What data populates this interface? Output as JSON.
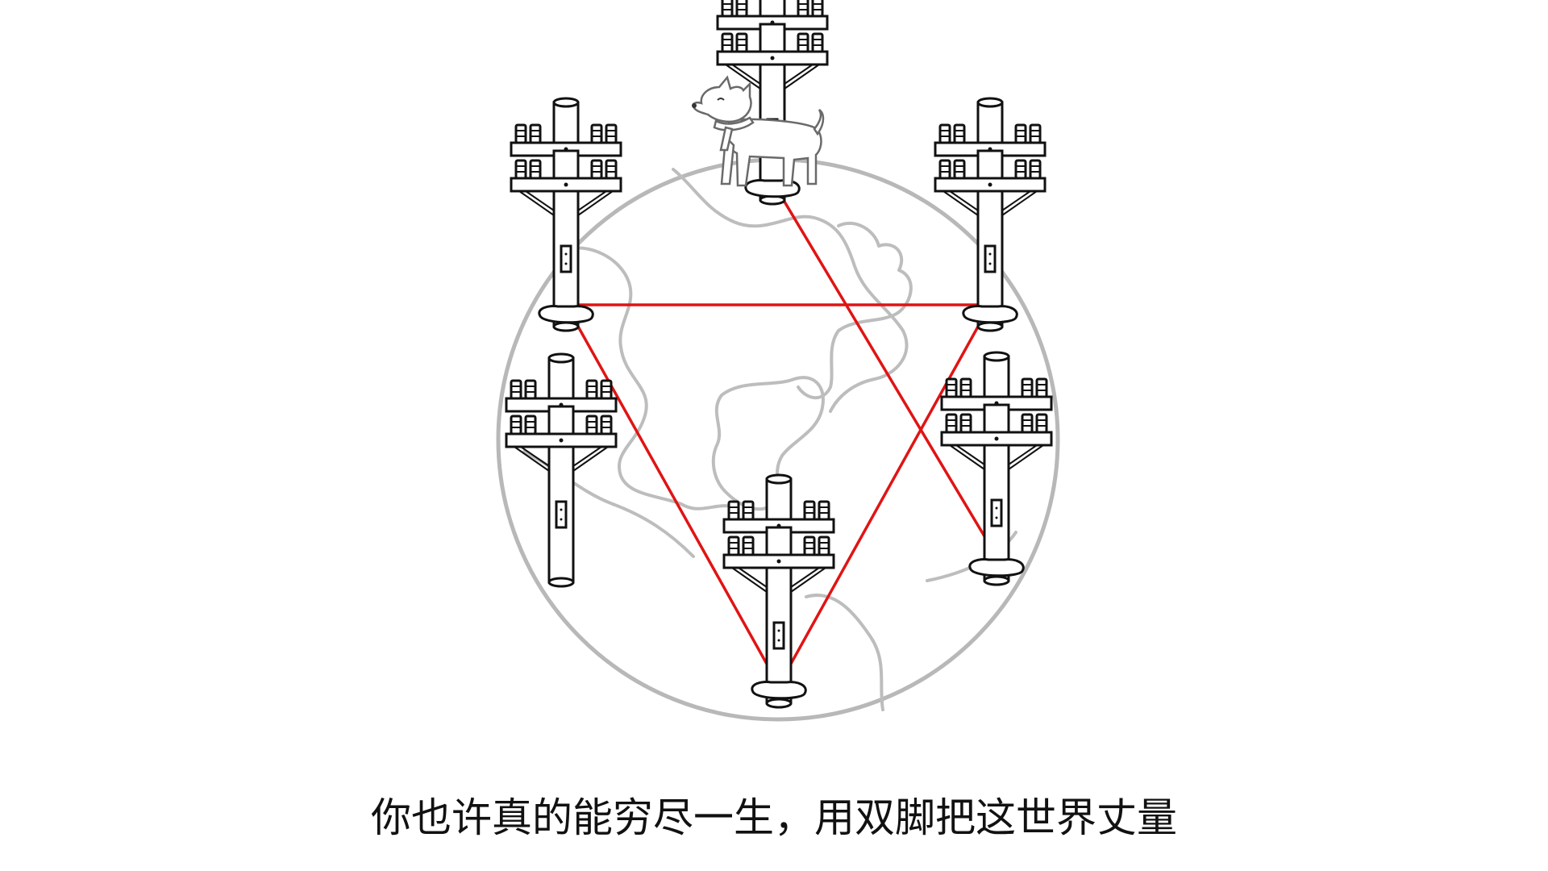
{
  "subtitle": "你也许真的能穷尽一生，用双脚把这世界丈量",
  "colors": {
    "background": "#ffffff",
    "wire": "#e01414",
    "globe_outline": "#b8b8b8",
    "pole_ink": "#111111"
  },
  "illustration": {
    "globe": "earth-globe",
    "poles": [
      "pole-top",
      "pole-upper-left",
      "pole-upper-right",
      "pole-mid-left",
      "pole-mid-right",
      "pole-bottom"
    ],
    "character": "white-dog-with-scarf"
  }
}
